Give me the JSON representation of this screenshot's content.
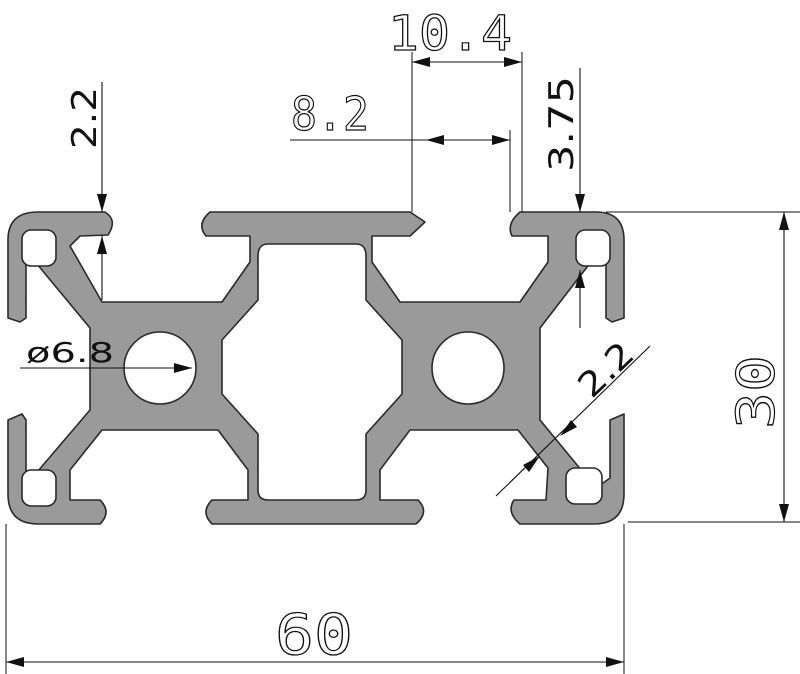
{
  "dimensions": {
    "slot_width_outer": "10.4",
    "slot_width_inner": "8.2",
    "wall_left": "2.2",
    "wall_right": "3.75",
    "hole_diameter": "ø6.8",
    "wall_diagonal": "2.2",
    "height": "30",
    "width": "60"
  },
  "colors": {
    "profile_fill": "#9a9a9a",
    "outline": "#2a2a2a",
    "dimension": "#111111"
  }
}
